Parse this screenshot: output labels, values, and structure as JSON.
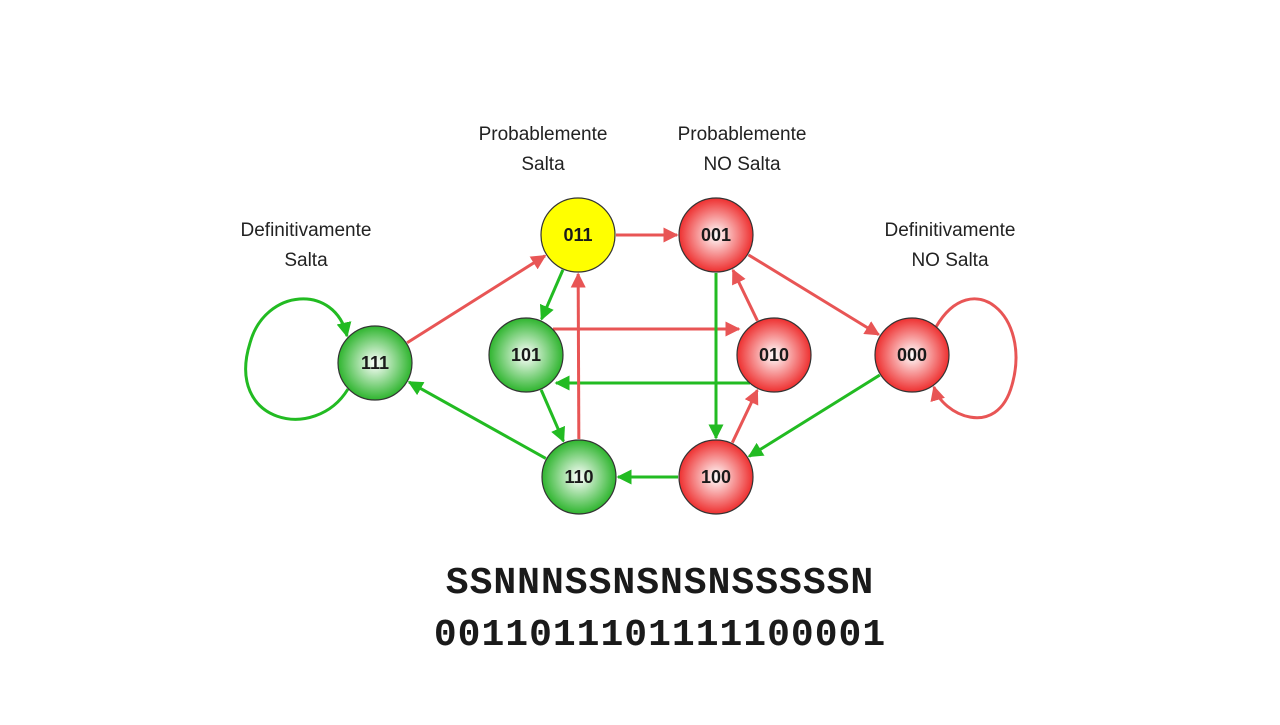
{
  "captions": {
    "def_salta": [
      "Definitivamente",
      "Salta"
    ],
    "prob_salta": [
      "Probablemente",
      "Salta"
    ],
    "prob_no_salta": [
      "Probablemente",
      "NO Salta"
    ],
    "def_no_salta": [
      "Definitivamente",
      "NO Salta"
    ]
  },
  "nodes": [
    {
      "id": "111",
      "label": "111",
      "fill": "green"
    },
    {
      "id": "011",
      "label": "011",
      "fill": "yellow"
    },
    {
      "id": "101",
      "label": "101",
      "fill": "green"
    },
    {
      "id": "110",
      "label": "110",
      "fill": "green"
    },
    {
      "id": "001",
      "label": "001",
      "fill": "red"
    },
    {
      "id": "010",
      "label": "010",
      "fill": "red"
    },
    {
      "id": "100",
      "label": "100",
      "fill": "red"
    },
    {
      "id": "000",
      "label": "000",
      "fill": "red"
    }
  ],
  "edges": [
    {
      "from": "111",
      "to": "011",
      "color": "red"
    },
    {
      "from": "011",
      "to": "001",
      "color": "red"
    },
    {
      "from": "001",
      "to": "000",
      "color": "red"
    },
    {
      "from": "011",
      "to": "101",
      "color": "green"
    },
    {
      "from": "101",
      "to": "010",
      "color": "red"
    },
    {
      "from": "010",
      "to": "101",
      "color": "green"
    },
    {
      "from": "010",
      "to": "001",
      "color": "red"
    },
    {
      "from": "001",
      "to": "100",
      "color": "green"
    },
    {
      "from": "101",
      "to": "110",
      "color": "green"
    },
    {
      "from": "110",
      "to": "011",
      "color": "red"
    },
    {
      "from": "110",
      "to": "111",
      "color": "green"
    },
    {
      "from": "100",
      "to": "110",
      "color": "green"
    },
    {
      "from": "100",
      "to": "010",
      "color": "red"
    },
    {
      "from": "000",
      "to": "100",
      "color": "green"
    },
    {
      "from": "111",
      "to": "111",
      "color": "green"
    },
    {
      "from": "000",
      "to": "000",
      "color": "red"
    }
  ],
  "colors": {
    "red_arrow": "#e85555",
    "green_arrow": "#22bb22",
    "yellow_node": "#ffff00",
    "green_node": "#2fb52f",
    "red_node": "#ee3030"
  },
  "sequence": {
    "outcomes": "SSNNNSSNSNSNSSSSSN",
    "history": "0011011101111100001"
  }
}
